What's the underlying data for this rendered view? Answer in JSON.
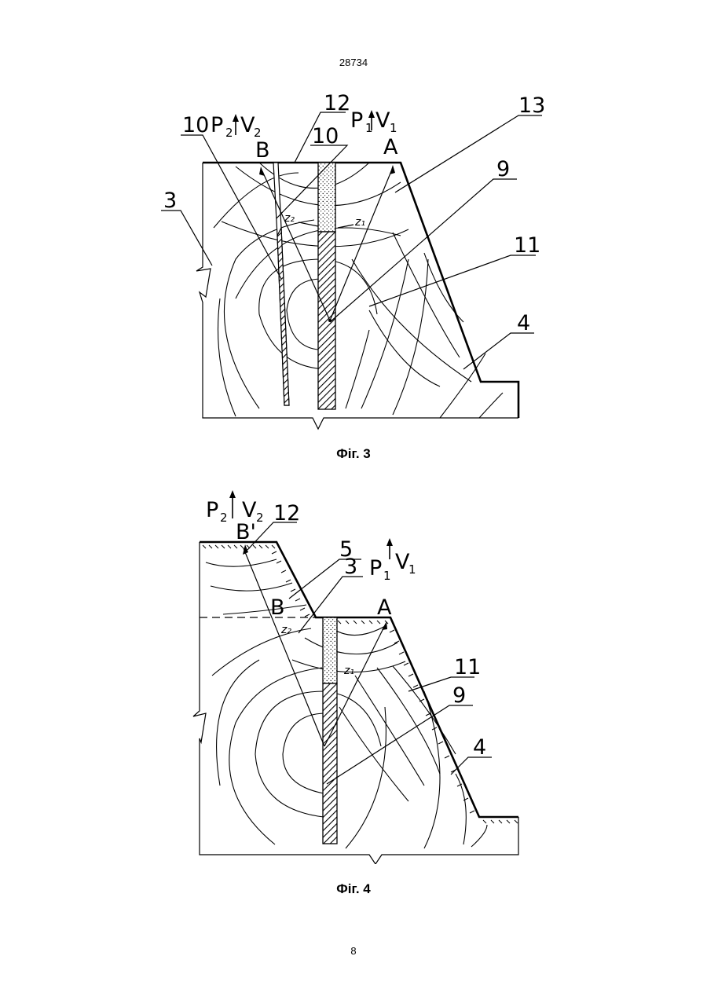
{
  "header": {
    "page_code": "28734"
  },
  "footer": {
    "page_number": "8"
  },
  "figure3": {
    "caption": "Фіг. 3",
    "labels": {
      "l10a": "10",
      "l10b": "10",
      "l12": "12",
      "l13": "13",
      "l3": "3",
      "l9": "9",
      "l11": "11",
      "l4": "4",
      "p2": "P",
      "p2sub": "2",
      "v2": "V",
      "v2sub": "2",
      "p1": "P",
      "p1sub": "1",
      "v1": "V",
      "v1sub": "1",
      "pointB": "B",
      "pointA": "A",
      "z2": "z₂",
      "z1": "z₁"
    }
  },
  "figure4": {
    "caption": "Фіг. 4",
    "labels": {
      "l12": "12",
      "l5": "5",
      "l3": "3",
      "l11": "11",
      "l9": "9",
      "l4": "4",
      "p2": "P",
      "p2sub": "2",
      "v2": "V",
      "v2sub": "2",
      "p1": "P",
      "p1sub": "1",
      "v1": "V",
      "v1sub": "1",
      "pointBprime": "B'",
      "pointB": "B",
      "pointA": "A",
      "z2": "z₂",
      "z1": "z₁"
    }
  }
}
